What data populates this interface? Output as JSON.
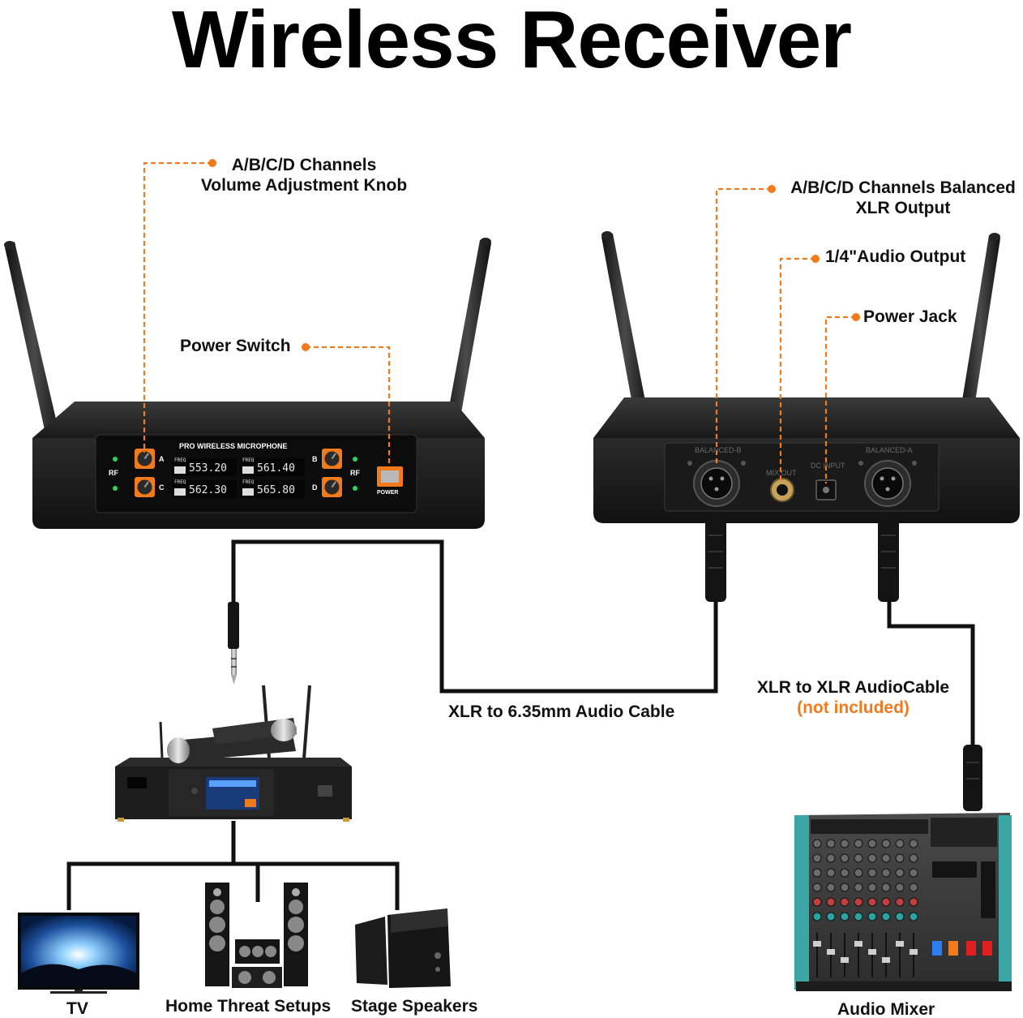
{
  "title": "Wireless Receiver",
  "callouts": {
    "volume_knob_line1": "A/B/C/D Channels",
    "volume_knob_line2": "Volume Adjustment Knob",
    "power_switch": "Power Switch",
    "xlr_output_line1": "A/B/C/D Channels Balanced",
    "xlr_output_line2": "XLR Output",
    "audio_output": "1/4\"Audio Output",
    "power_jack": "Power Jack"
  },
  "cables": {
    "xlr_to_635": "XLR to 6.35mm Audio Cable",
    "xlr_to_xlr": "XLR to XLR AudioCable",
    "not_included": "(not included)"
  },
  "devices": {
    "tv": "TV",
    "home_theater": "Home Threat Setups",
    "stage_speakers": "Stage Speakers",
    "audio_mixer": "Audio Mixer"
  },
  "front_panel": {
    "brand": "PRO WIRELESS MICROPHONE",
    "rf_left": "RF",
    "rf_right": "RF",
    "ch_a": "A",
    "ch_b": "B",
    "ch_c": "C",
    "ch_d": "D",
    "power_label": "POWER",
    "freq_label": "FREQ",
    "freq_a": "553.20",
    "freq_b": "561.40",
    "freq_c": "562.30",
    "freq_d": "565.80"
  },
  "back_panel": {
    "balanced_b": "BALANCED-B",
    "balanced_a": "BALANCED-A",
    "mix_out": "MIX OUT",
    "dc_in": "DC INPUT"
  },
  "colors": {
    "accent": "#f07a1c",
    "device_body": "#1e1e1e",
    "cable": "#111111",
    "lcd": "#3a6aa8"
  }
}
